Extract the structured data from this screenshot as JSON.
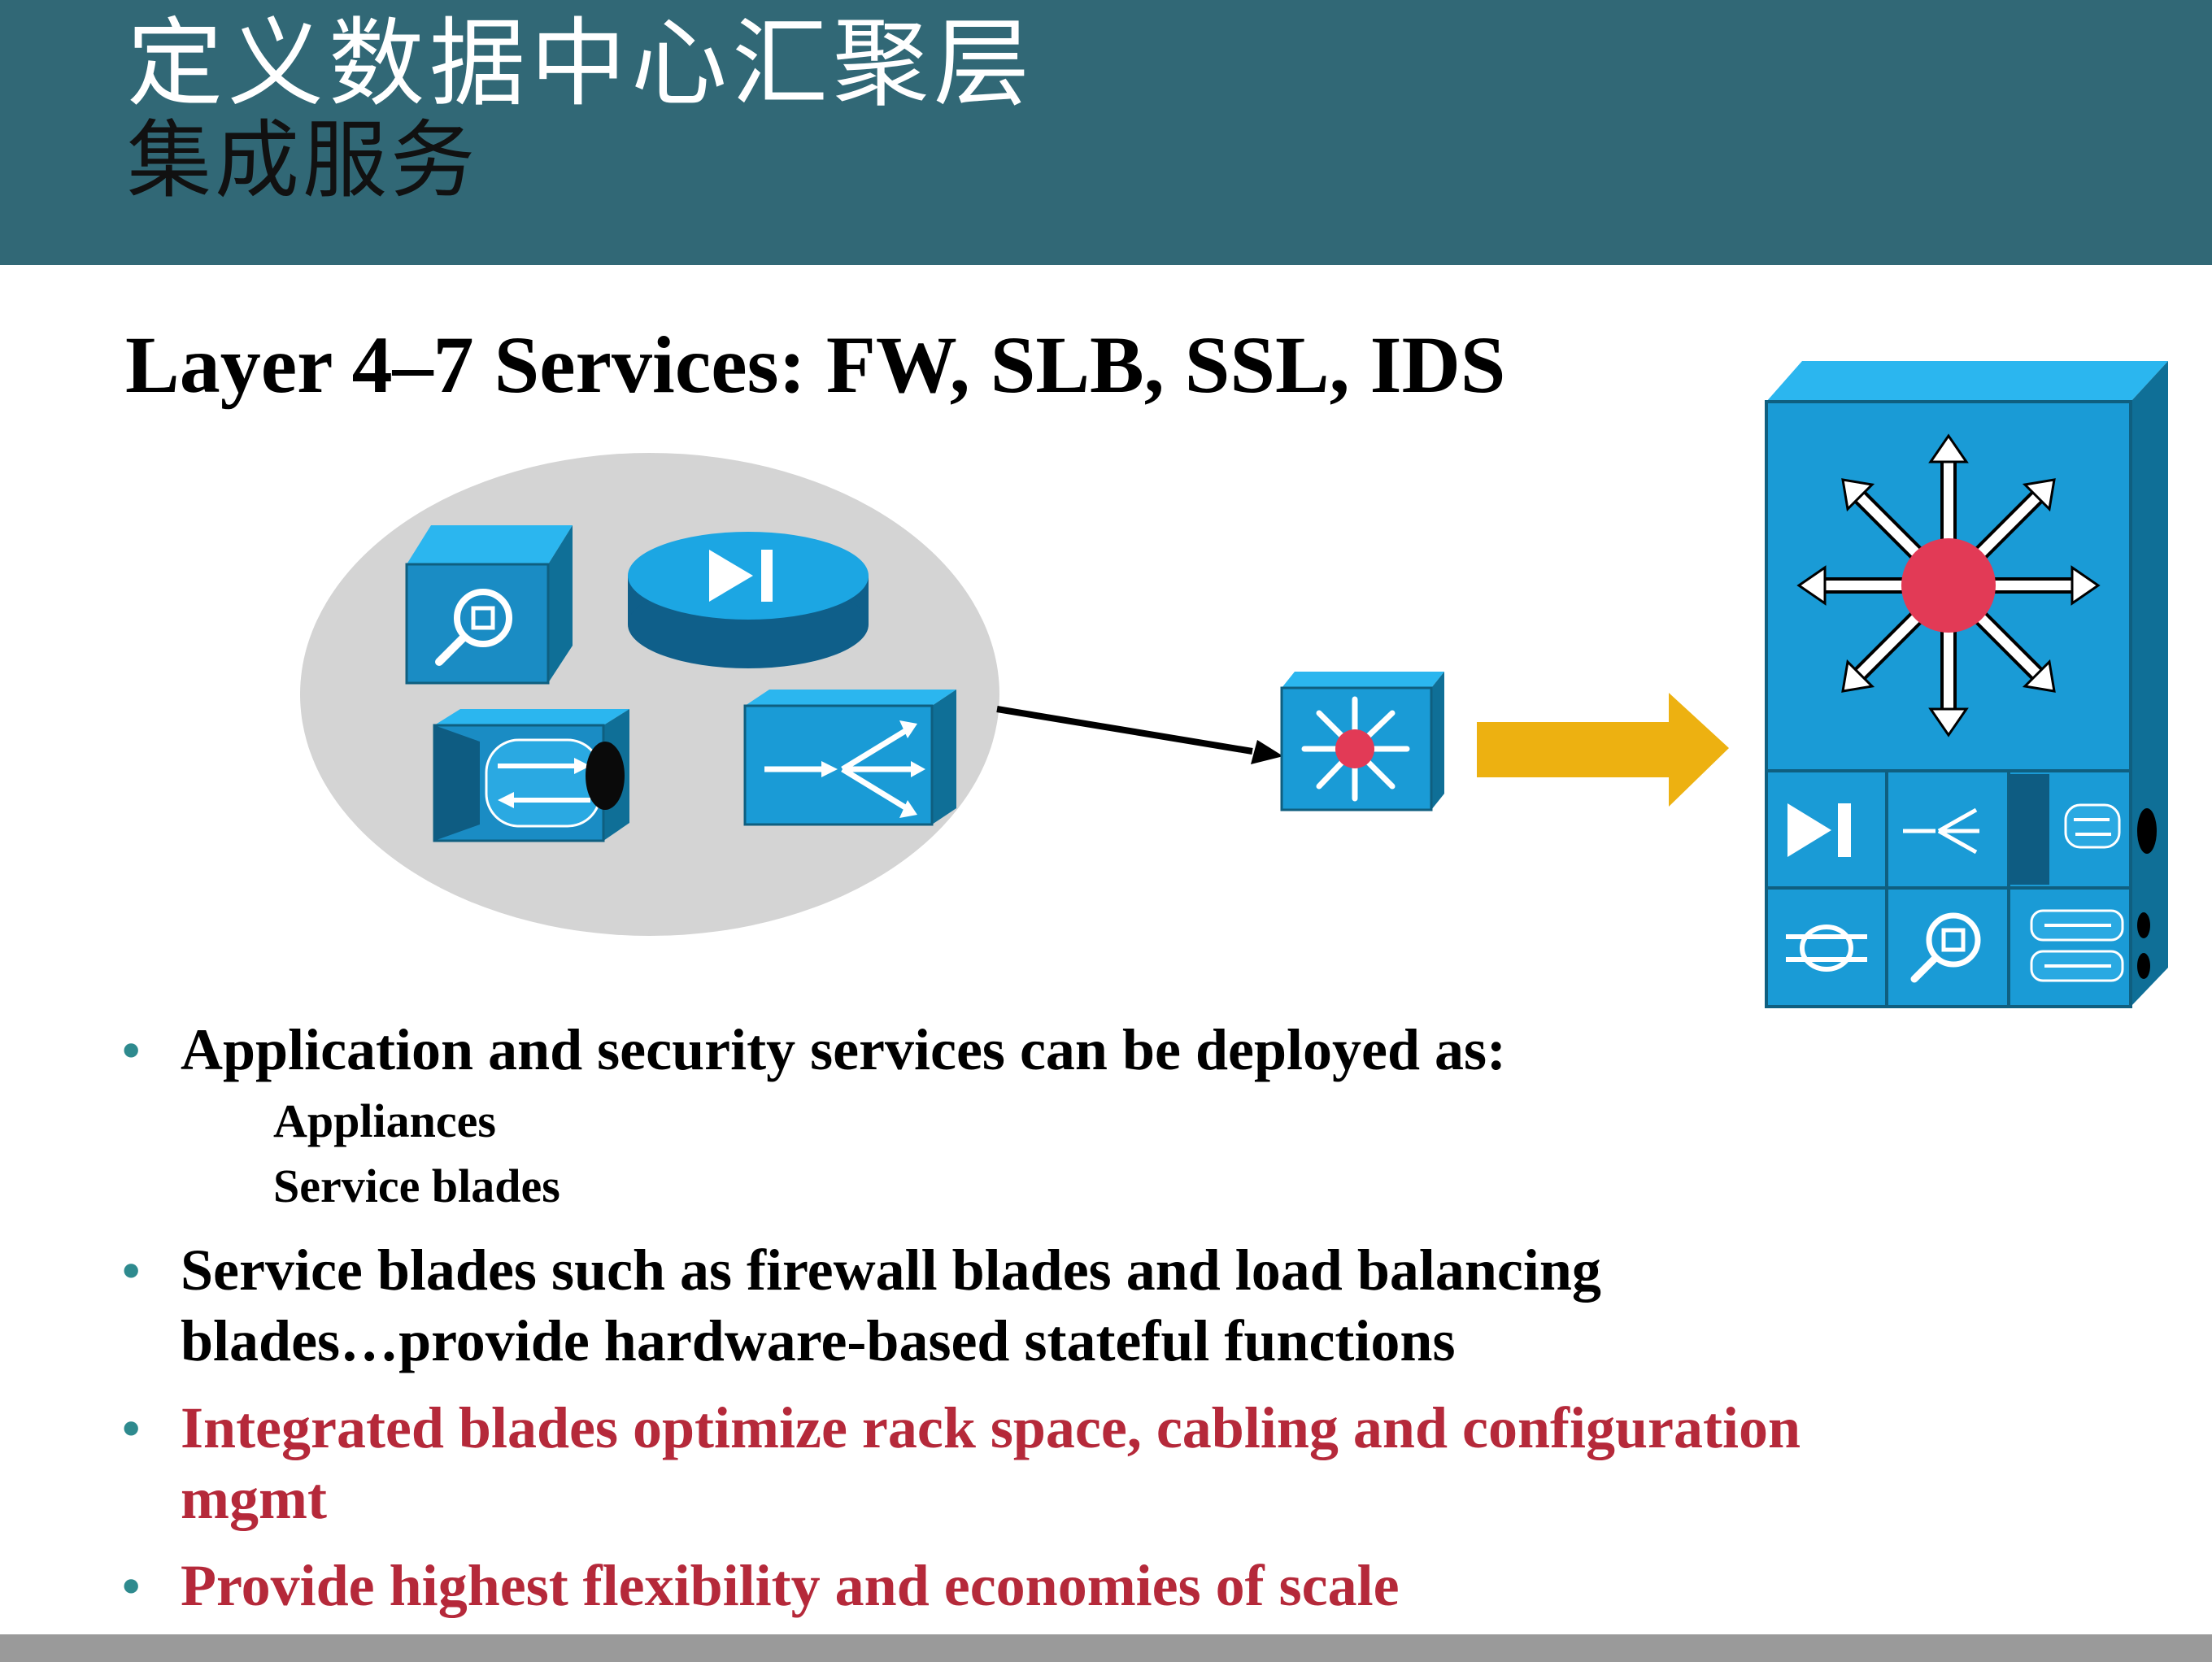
{
  "header": {
    "title": "定义数据中心汇聚层",
    "subtitle": "集成服务"
  },
  "heading": "Layer 4–7 Services: FW, SLB, SSL, IDS",
  "bullets": [
    {
      "text": "Application and security services can be deployed as:",
      "sub_items": [
        "Appliances",
        "Service blades"
      ]
    },
    {
      "text": "Service blades such as firewall blades and load balancing blades…provide hardware-based stateful functions"
    },
    {
      "text": "Integrated blades optimize rack space, cabling and configuration mgmt",
      "color": "#b5293a"
    },
    {
      "text": "Provide highest flexibility and economies of scale",
      "color": "#b5293a"
    }
  ],
  "colors": {
    "header_bg": "#316876",
    "bullet_dot": "#2e8a8e",
    "highlight_red": "#b5293a",
    "icon_blue": "#1a9bd6",
    "arrow_gold": "#edb111",
    "cluster_gray": "#d4d4d4",
    "switch_red_dot": "#e23a56"
  },
  "diagram": {
    "appliance_icons": [
      "ids-sensor-icon",
      "firewall-router-icon",
      "ssl-offloader-icon",
      "content-switch-icon"
    ],
    "switch_icon": "multilayer-switch-icon",
    "chassis_modules": [
      "firewall-module-icon",
      "content-switch-module-icon",
      "ssl-module-icon",
      "nam-module-icon",
      "ids-module-icon",
      "vpn-module-icon"
    ]
  }
}
